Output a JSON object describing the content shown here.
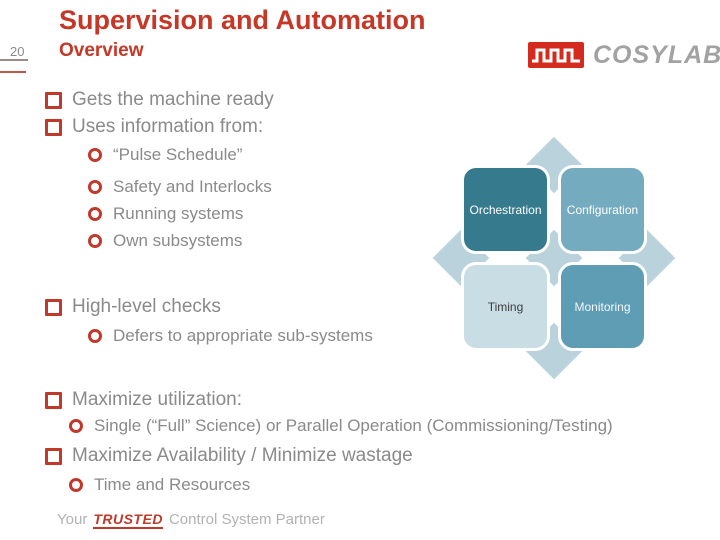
{
  "slide": {
    "number": "20",
    "title": "Supervision and Automation",
    "subtitle": "Overview"
  },
  "brand": {
    "wordmark": "COSYLAB",
    "logo_red": "#d32b1e",
    "tagline_pre": "Your",
    "tagline_highlight": "TRUSTED",
    "tagline_post": "Control System Partner"
  },
  "bullets": {
    "items": [
      {
        "level": 1,
        "text": "Gets the machine ready"
      },
      {
        "level": 1,
        "text": "Uses information from:"
      },
      {
        "level": 2,
        "text": "“Pulse Schedule”"
      },
      {
        "level": 2,
        "text": "Safety and Interlocks"
      },
      {
        "level": 2,
        "text": "Running systems"
      },
      {
        "level": 2,
        "text": "Own subsystems"
      },
      {
        "level": 1,
        "text": "High-level checks"
      },
      {
        "level": 2,
        "text": "Defers to appropriate sub-systems"
      },
      {
        "level": 1,
        "text": "Maximize utilization:"
      },
      {
        "level": 2,
        "text": "Single (“Full” Science) or Parallel Operation (Commissioning/Testing)"
      },
      {
        "level": 1,
        "text": "Maximize Availability / Minimize wastage"
      },
      {
        "level": 2,
        "text": "Time and Resources"
      }
    ]
  },
  "chart_data": {
    "type": "quadrant-diagram",
    "title": "",
    "quadrants": [
      {
        "position": "top-left",
        "label": "Orchestration",
        "color": "#357a8d",
        "text_color": "#ffffff"
      },
      {
        "position": "top-right",
        "label": "Configuration",
        "color": "#74abbf",
        "text_color": "#ffffff"
      },
      {
        "position": "bottom-left",
        "label": "Timing",
        "color": "#c9dde4",
        "text_color": "#3d3d3d"
      },
      {
        "position": "bottom-right",
        "label": "Monitoring",
        "color": "#5f9db4",
        "text_color": "#ffffff"
      }
    ],
    "arrow_color": "#b9d2dc"
  },
  "colors": {
    "heading_red": "#c53727",
    "bullet_red": "#c0392b",
    "body_gray": "#8a8a8a"
  }
}
